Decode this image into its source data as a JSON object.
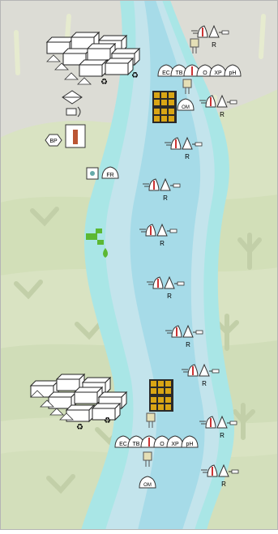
{
  "colors": {
    "land_green": "#d7e2bf",
    "land_gray": "#dcdcd6",
    "river_outer": "#a9e6e6",
    "river_mid": "#c3e4ec",
    "river_inner": "#a6dbe8",
    "tap_green": "#5cb833"
  },
  "labels": {
    "sensor_r": "R",
    "param_ec": "EC",
    "param_tb": "TB",
    "param_o": "O",
    "param_xp": "XP",
    "param_ph": "pH",
    "param_om": "OM",
    "param_fr": "FR",
    "param_bp": "BP"
  },
  "icons": {
    "river": "river-icon",
    "sensor_station": "sensor-station-icon",
    "tank": "tank-icon",
    "facility": "treatment-facility-icon",
    "sample_tube": "sample-tube-icon",
    "tap": "water-tap-icon",
    "fish_farm": "fish-farm-icon",
    "battery": "battery-icon",
    "thermometer": "thermometer-panel-icon"
  }
}
